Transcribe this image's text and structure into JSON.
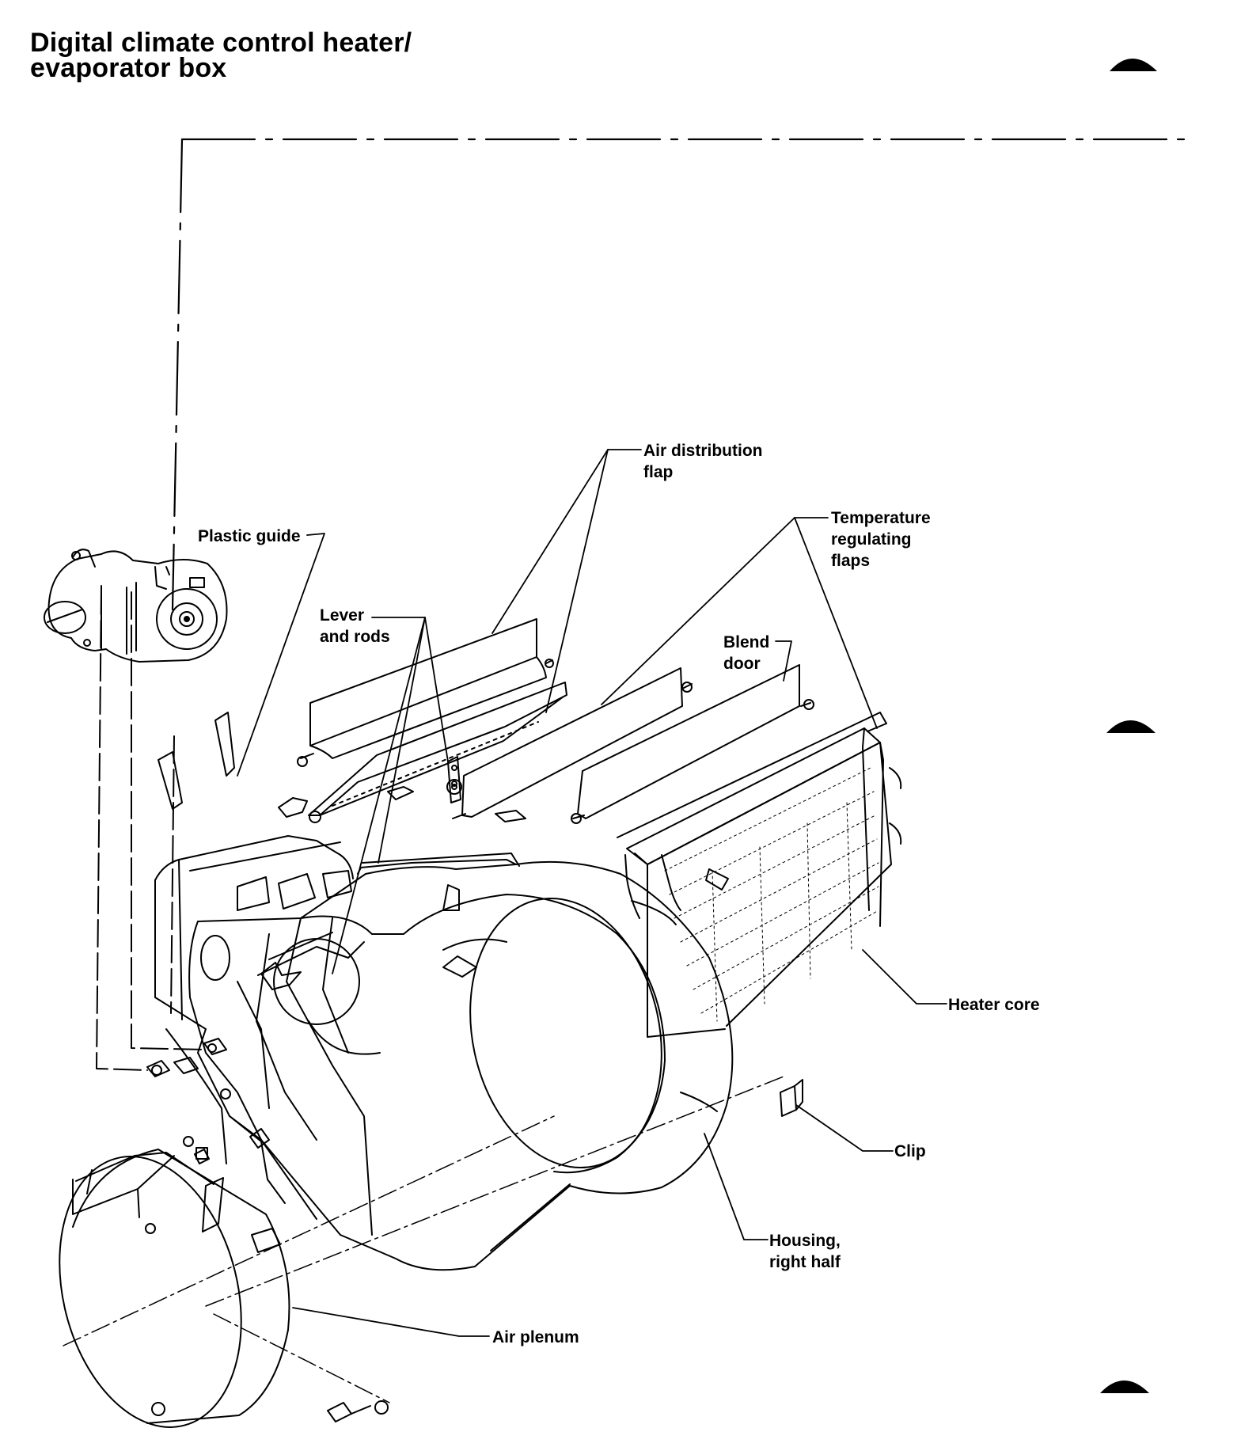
{
  "title": {
    "line1": "Digital climate control heater/",
    "line2": "evaporator box"
  },
  "labels": {
    "air_distribution_flap": [
      "Air distribution",
      "flap"
    ],
    "temperature_regulating_flaps": [
      "Temperature",
      "regulating",
      "flaps"
    ],
    "plastic_guide": [
      "Plastic guide"
    ],
    "lever_and_rods": [
      "Lever",
      "and rods"
    ],
    "blend_door": [
      "Blend",
      "door"
    ],
    "heater_core": [
      "Heater core"
    ],
    "clip": [
      "Clip"
    ],
    "housing_right_half": [
      "Housing,",
      "right half"
    ],
    "air_plenum": [
      "Air plenum"
    ]
  }
}
